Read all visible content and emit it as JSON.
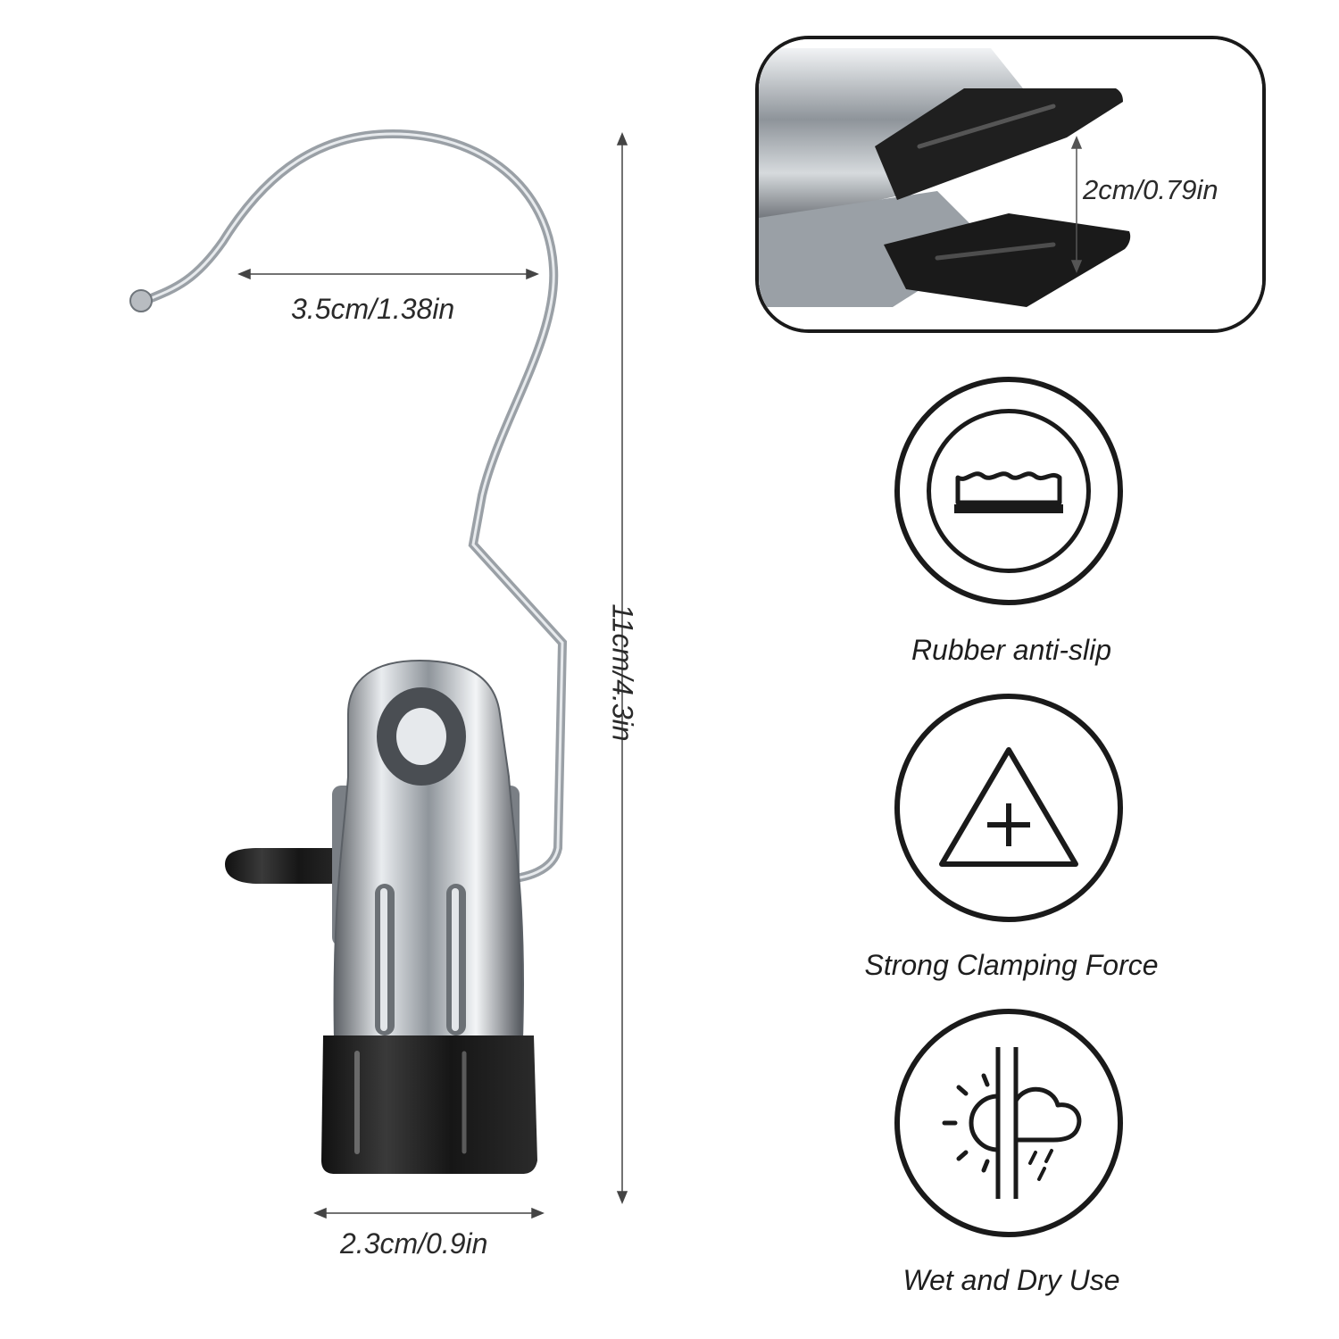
{
  "dimensions": {
    "hook_width": "3.5cm/1.38in",
    "total_height": "11cm/4.3in",
    "clip_width": "2.3cm/0.9in",
    "jaw_opening": "2cm/0.79in"
  },
  "features": [
    {
      "label": "Rubber anti-slip",
      "icon": "rubber-pad-icon"
    },
    {
      "label": "Strong Clamping Force",
      "icon": "triangle-plus-icon"
    },
    {
      "label": "Wet and Dry Use",
      "icon": "sun-cloud-rain-icon"
    }
  ],
  "colors": {
    "outline": "#1a1a1a",
    "metal": "#c9ccd0",
    "rubber": "#1c1c1c"
  }
}
